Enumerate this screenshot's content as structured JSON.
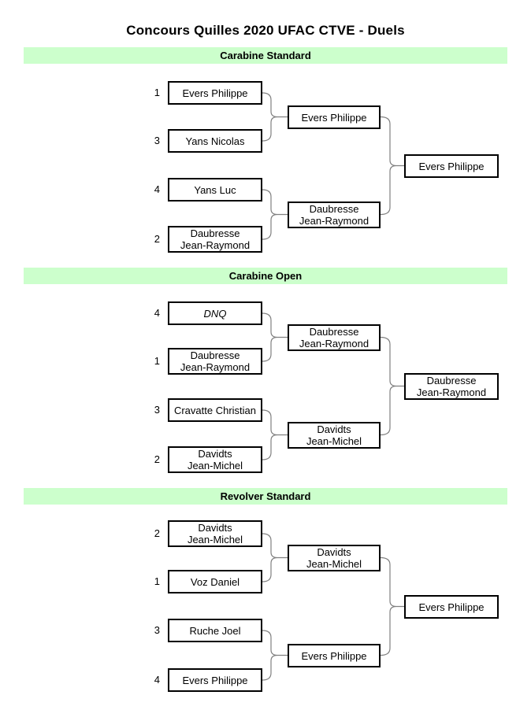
{
  "title": "Concours Quilles 2020 UFAC CTVE - Duels",
  "colors": {
    "section_bar_bg": "#ccffcc",
    "box_border": "#000000",
    "connector": "#808080",
    "text": "#000000"
  },
  "sections": [
    {
      "label": "Carabine Standard",
      "matches": [
        {
          "top": {
            "seed": "1",
            "lines": [
              "Evers Philippe"
            ],
            "italic": false
          },
          "bottom": {
            "seed": "3",
            "lines": [
              "Yans Nicolas"
            ],
            "italic": false
          },
          "winner": {
            "lines": [
              "Evers Philippe"
            ]
          }
        },
        {
          "top": {
            "seed": "4",
            "lines": [
              "Yans Luc"
            ],
            "italic": false
          },
          "bottom": {
            "seed": "2",
            "lines": [
              "Daubresse",
              "Jean-Raymond"
            ],
            "italic": false
          },
          "winner": {
            "lines": [
              "Daubresse",
              "Jean-Raymond"
            ]
          }
        }
      ],
      "final": {
        "lines": [
          "Evers Philippe"
        ]
      }
    },
    {
      "label": "Carabine Open",
      "matches": [
        {
          "top": {
            "seed": "4",
            "lines": [
              "DNQ"
            ],
            "italic": true
          },
          "bottom": {
            "seed": "1",
            "lines": [
              "Daubresse",
              "Jean-Raymond"
            ],
            "italic": false
          },
          "winner": {
            "lines": [
              "Daubresse",
              "Jean-Raymond"
            ]
          }
        },
        {
          "top": {
            "seed": "3",
            "lines": [
              "Cravatte Christian"
            ],
            "italic": false
          },
          "bottom": {
            "seed": "2",
            "lines": [
              "Davidts",
              "Jean-Michel"
            ],
            "italic": false
          },
          "winner": {
            "lines": [
              "Davidts",
              "Jean-Michel"
            ]
          }
        }
      ],
      "final": {
        "lines": [
          "Daubresse",
          "Jean-Raymond"
        ]
      }
    },
    {
      "label": "Revolver Standard",
      "matches": [
        {
          "top": {
            "seed": "2",
            "lines": [
              "Davidts",
              "Jean-Michel"
            ],
            "italic": false
          },
          "bottom": {
            "seed": "1",
            "lines": [
              "Voz Daniel"
            ],
            "italic": false
          },
          "winner": {
            "lines": [
              "Davidts",
              "Jean-Michel"
            ]
          }
        },
        {
          "top": {
            "seed": "3",
            "lines": [
              "Ruche Joel"
            ],
            "italic": false
          },
          "bottom": {
            "seed": "4",
            "lines": [
              "Evers Philippe"
            ],
            "italic": false
          },
          "winner": {
            "lines": [
              "Evers Philippe"
            ]
          }
        }
      ],
      "final": {
        "lines": [
          "Evers Philippe"
        ]
      }
    }
  ]
}
